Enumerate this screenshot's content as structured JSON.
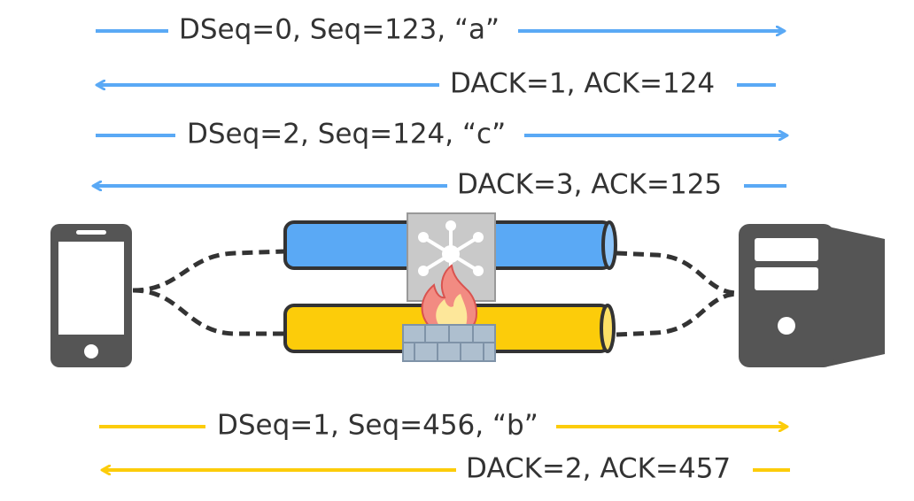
{
  "colors": {
    "blue": "#5aa9f5",
    "yellow": "#fccc0a",
    "dark": "#333333",
    "device": "#555555",
    "switch_bg": "#c9c9c9",
    "firewall_bricks": "#aebfcf",
    "flame_outer": "#f28b82",
    "flame_inner": "#fde79a"
  },
  "icons": {
    "client": "smartphone-icon",
    "server": "server-tower-icon",
    "middlebox_top": "network-switch-icon",
    "middlebox_bottom": "firewall-icon"
  },
  "messages": [
    {
      "text": "DSeq=0, Seq=123, “a”",
      "direction": "right",
      "color": "blue"
    },
    {
      "text": "DACK=1, ACK=124",
      "direction": "left",
      "color": "blue"
    },
    {
      "text": "DSeq=2, Seq=124, “c”",
      "direction": "right",
      "color": "blue"
    },
    {
      "text": "DACK=3, ACK=125",
      "direction": "left",
      "color": "blue"
    },
    {
      "text": "DSeq=1, Seq=456, “b”",
      "direction": "right",
      "color": "yellow"
    },
    {
      "text": "DACK=2, ACK=457",
      "direction": "left",
      "color": "yellow"
    }
  ]
}
